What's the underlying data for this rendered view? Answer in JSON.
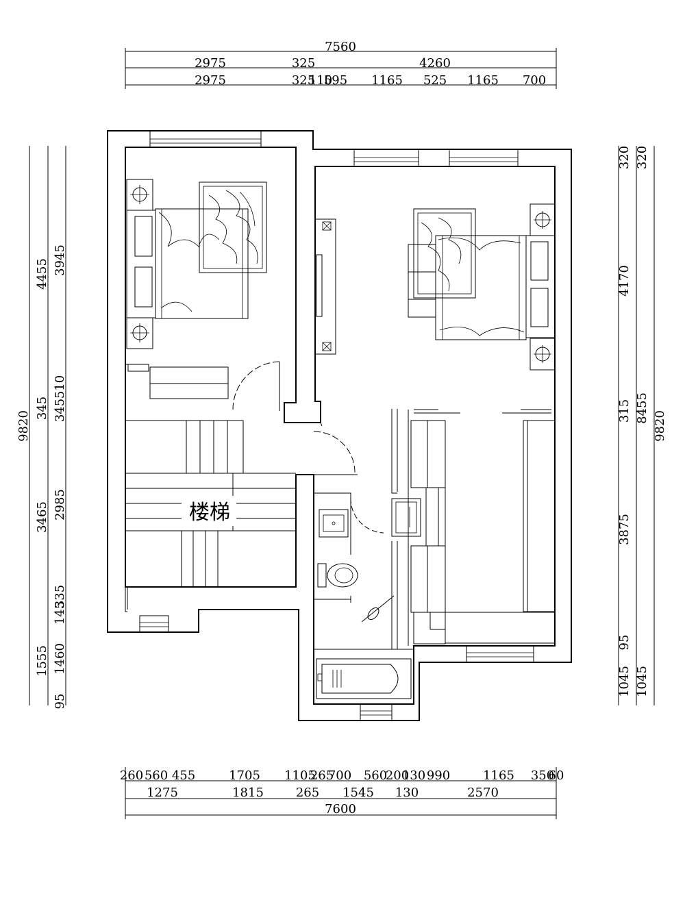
{
  "dimensions": {
    "top": {
      "row1": [
        "7560"
      ],
      "row2": [
        "2975",
        "325",
        "4260"
      ],
      "row3": [
        "2975",
        "325",
        "110",
        "595",
        "1165",
        "525",
        "1165",
        "700"
      ]
    },
    "bottom": {
      "row1": [
        "260",
        "560",
        "455",
        "1705",
        "1105",
        "265",
        "700",
        "560",
        "200",
        "130",
        "990",
        "1165",
        "350",
        "60"
      ],
      "row2": [
        "1275",
        "1815",
        "265",
        "1545",
        "130",
        "2570"
      ],
      "row3": [
        "7600"
      ]
    },
    "left": {
      "outer": [
        "9820"
      ],
      "middle": [
        "4455",
        "345",
        "3465",
        "1555"
      ],
      "inner": [
        "3945",
        "510",
        "345",
        "2985",
        "335",
        "145",
        "1460",
        "95"
      ]
    },
    "right": {
      "inner": [
        "320",
        "4170",
        "315",
        "3875",
        "95",
        "1045"
      ],
      "middle": [
        "320",
        "8455",
        "1045"
      ],
      "outer": [
        "9820"
      ]
    }
  },
  "rooms": {
    "stair_label": "楼梯"
  }
}
